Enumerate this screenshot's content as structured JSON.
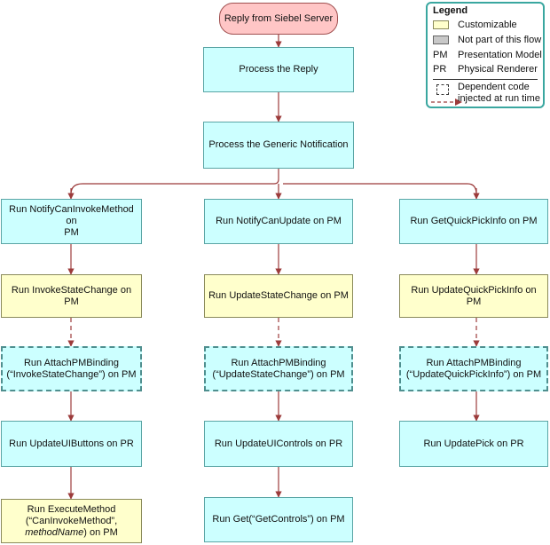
{
  "diagram": {
    "start": "Reply from Siebel Server",
    "process_reply": "Process the Reply",
    "process_notification": "Process the Generic Notification",
    "columns": [
      {
        "notify": [
          "Run NotifyCanInvokeMethod on",
          "PM"
        ],
        "state_change": "Run InvokeStateChange on PM",
        "binding": [
          "Run AttachPMBinding",
          "(“InvokeStateChange”) on PM"
        ],
        "pr_action": "Run UpdateUIButtons on PR",
        "final": [
          "Run ExecuteMethod",
          "(“CanInvokeMethod”,",
          "methodName",
          ") on PM"
        ]
      },
      {
        "notify": [
          "Run NotifyCanUpdate on PM"
        ],
        "state_change": "Run UpdateStateChange on PM",
        "binding": [
          "Run AttachPMBinding",
          "(“UpdateStateChange”) on PM"
        ],
        "pr_action": "Run UpdateUIControls on PR",
        "final": [
          "Run Get(“GetControls”) on PM"
        ]
      },
      {
        "notify": [
          "Run GetQuickPickInfo on PM"
        ],
        "state_change": "Run UpdateQuickPickInfo on PM",
        "binding": [
          "Run AttachPMBinding",
          "(“UpdateQuickPickInfo”) on PM"
        ],
        "pr_action": "Run UpdatePick on PR"
      }
    ]
  },
  "legend": {
    "title": "Legend",
    "customizable": "Customizable",
    "not_part": "Not part of this flow",
    "pm_abbr": "PM",
    "pm_full": "Presentation Model",
    "pr_abbr": "PR",
    "pr_full": "Physical Renderer",
    "dependent_line1": "Dependent code",
    "dependent_line2": "injected at run time"
  },
  "colors": {
    "node_fill": "#ccffff",
    "customizable_fill": "#ffffcc",
    "start_fill": "#ffc6c6",
    "connector": "#9c3b3b",
    "legend_border": "#3aa7a0"
  }
}
